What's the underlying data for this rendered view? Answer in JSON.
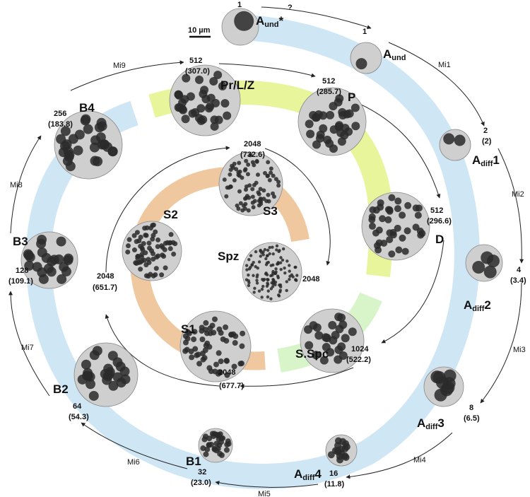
{
  "colors": {
    "blue_ring": "#cfe6f5",
    "yellow_ring": "#e8f59a",
    "green_ring": "#d7f5c8",
    "orange_ring": "#f0c8a0",
    "cell_fill": "#cfcfcf",
    "nucleus": "#2a2a2a"
  },
  "scale_bar": "10 µm",
  "unknown_transition": "?",
  "stages": [
    {
      "id": "aund_star",
      "main": "A",
      "sub": "und",
      "suffix": "*",
      "count": "1",
      "mean": ""
    },
    {
      "id": "aund",
      "main": "A",
      "sub": "und",
      "suffix": "",
      "count": "1",
      "mean": ""
    },
    {
      "id": "adiff1",
      "main": "A",
      "sub": "diff",
      "suffix": "1",
      "count": "2",
      "mean": "(2)"
    },
    {
      "id": "adiff2",
      "main": "A",
      "sub": "diff",
      "suffix": "2",
      "count": "4",
      "mean": "(3.4)"
    },
    {
      "id": "adiff3",
      "main": "A",
      "sub": "diff",
      "suffix": "3",
      "count": "8",
      "mean": "(6.5)"
    },
    {
      "id": "adiff4",
      "main": "A",
      "sub": "diff",
      "suffix": "4",
      "count": "16",
      "mean": "(11.8)"
    },
    {
      "id": "b1",
      "main": "B1",
      "sub": "",
      "suffix": "",
      "count": "32",
      "mean": "(23.0)"
    },
    {
      "id": "b2",
      "main": "B2",
      "sub": "",
      "suffix": "",
      "count": "64",
      "mean": "(54.3)"
    },
    {
      "id": "b3",
      "main": "B3",
      "sub": "",
      "suffix": "",
      "count": "128",
      "mean": "(109.1)"
    },
    {
      "id": "b4",
      "main": "B4",
      "sub": "",
      "suffix": "",
      "count": "256",
      "mean": "(183.8)"
    },
    {
      "id": "prlz",
      "main": "Pr/L/Z",
      "sub": "",
      "suffix": "",
      "count": "512",
      "mean": "(307.0)"
    },
    {
      "id": "p",
      "main": "P",
      "sub": "",
      "suffix": "",
      "count": "512",
      "mean": "(285.7)"
    },
    {
      "id": "d",
      "main": "D",
      "sub": "",
      "suffix": "",
      "count": "512",
      "mean": "(296.6)"
    },
    {
      "id": "sspc",
      "main": "S.Spc",
      "sub": "",
      "suffix": "",
      "count": "1024",
      "mean": "(522.2)"
    },
    {
      "id": "s1",
      "main": "S1",
      "sub": "",
      "suffix": "",
      "count": "2048",
      "mean": "(677.7)"
    },
    {
      "id": "s2",
      "main": "S2",
      "sub": "",
      "suffix": "",
      "count": "2048",
      "mean": "(651.7)"
    },
    {
      "id": "s3",
      "main": "S3",
      "sub": "",
      "suffix": "",
      "count": "2048",
      "mean": "(732.6)"
    },
    {
      "id": "spz",
      "main": "Spz",
      "sub": "",
      "suffix": "",
      "count": "2048",
      "mean": ""
    }
  ],
  "divisions": [
    "Mi1",
    "Mi2",
    "Mi3",
    "Mi4",
    "Mi5",
    "Mi6",
    "Mi7",
    "Mi8",
    "Mi9"
  ]
}
